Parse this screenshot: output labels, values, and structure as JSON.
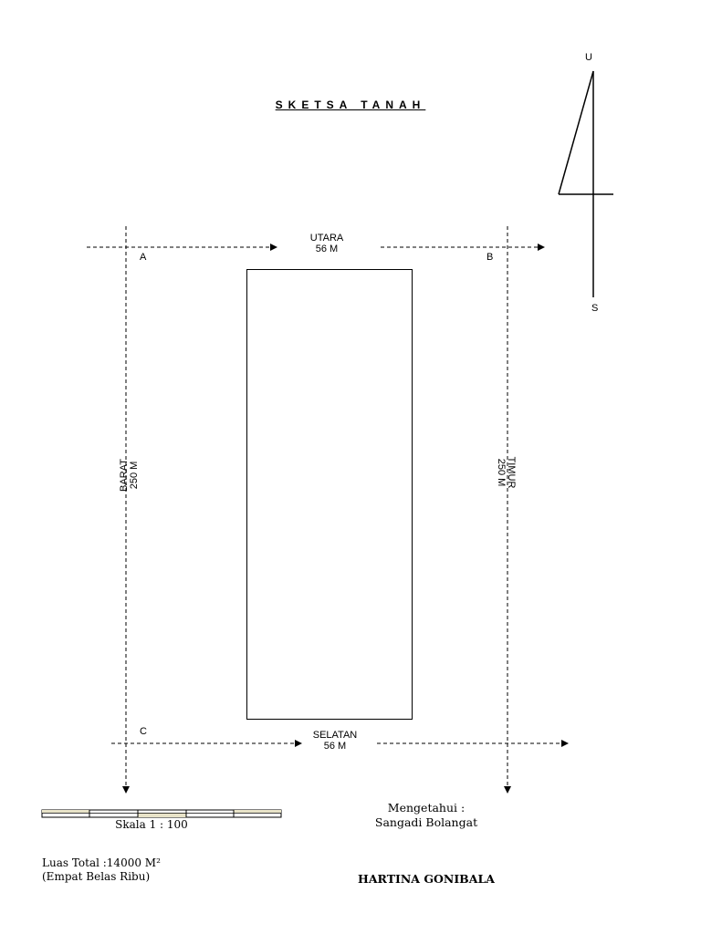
{
  "title": "SKETSA TANAH",
  "compass": {
    "north": "U",
    "south": "S"
  },
  "sides": {
    "north": {
      "label": "UTARA",
      "length": "56 M"
    },
    "south": {
      "label": "SELATAN",
      "length": "56 M"
    },
    "west": {
      "label": "BARAT",
      "length": "250 M"
    },
    "east": {
      "label": "TIMUR",
      "length": "250 M"
    }
  },
  "corners": {
    "a": "A",
    "b": "B",
    "c": "C"
  },
  "scale": {
    "label": "Skala 1 : 100",
    "segment_color": "#e8e3c8"
  },
  "area": {
    "total": "Luas Total :14000 M²",
    "words": "(Empat Belas Ribu)"
  },
  "acknowledgement": {
    "heading": "Mengetahui :",
    "role": "Sangadi Bolangat"
  },
  "signatory": "HARTINA GONIBALA"
}
